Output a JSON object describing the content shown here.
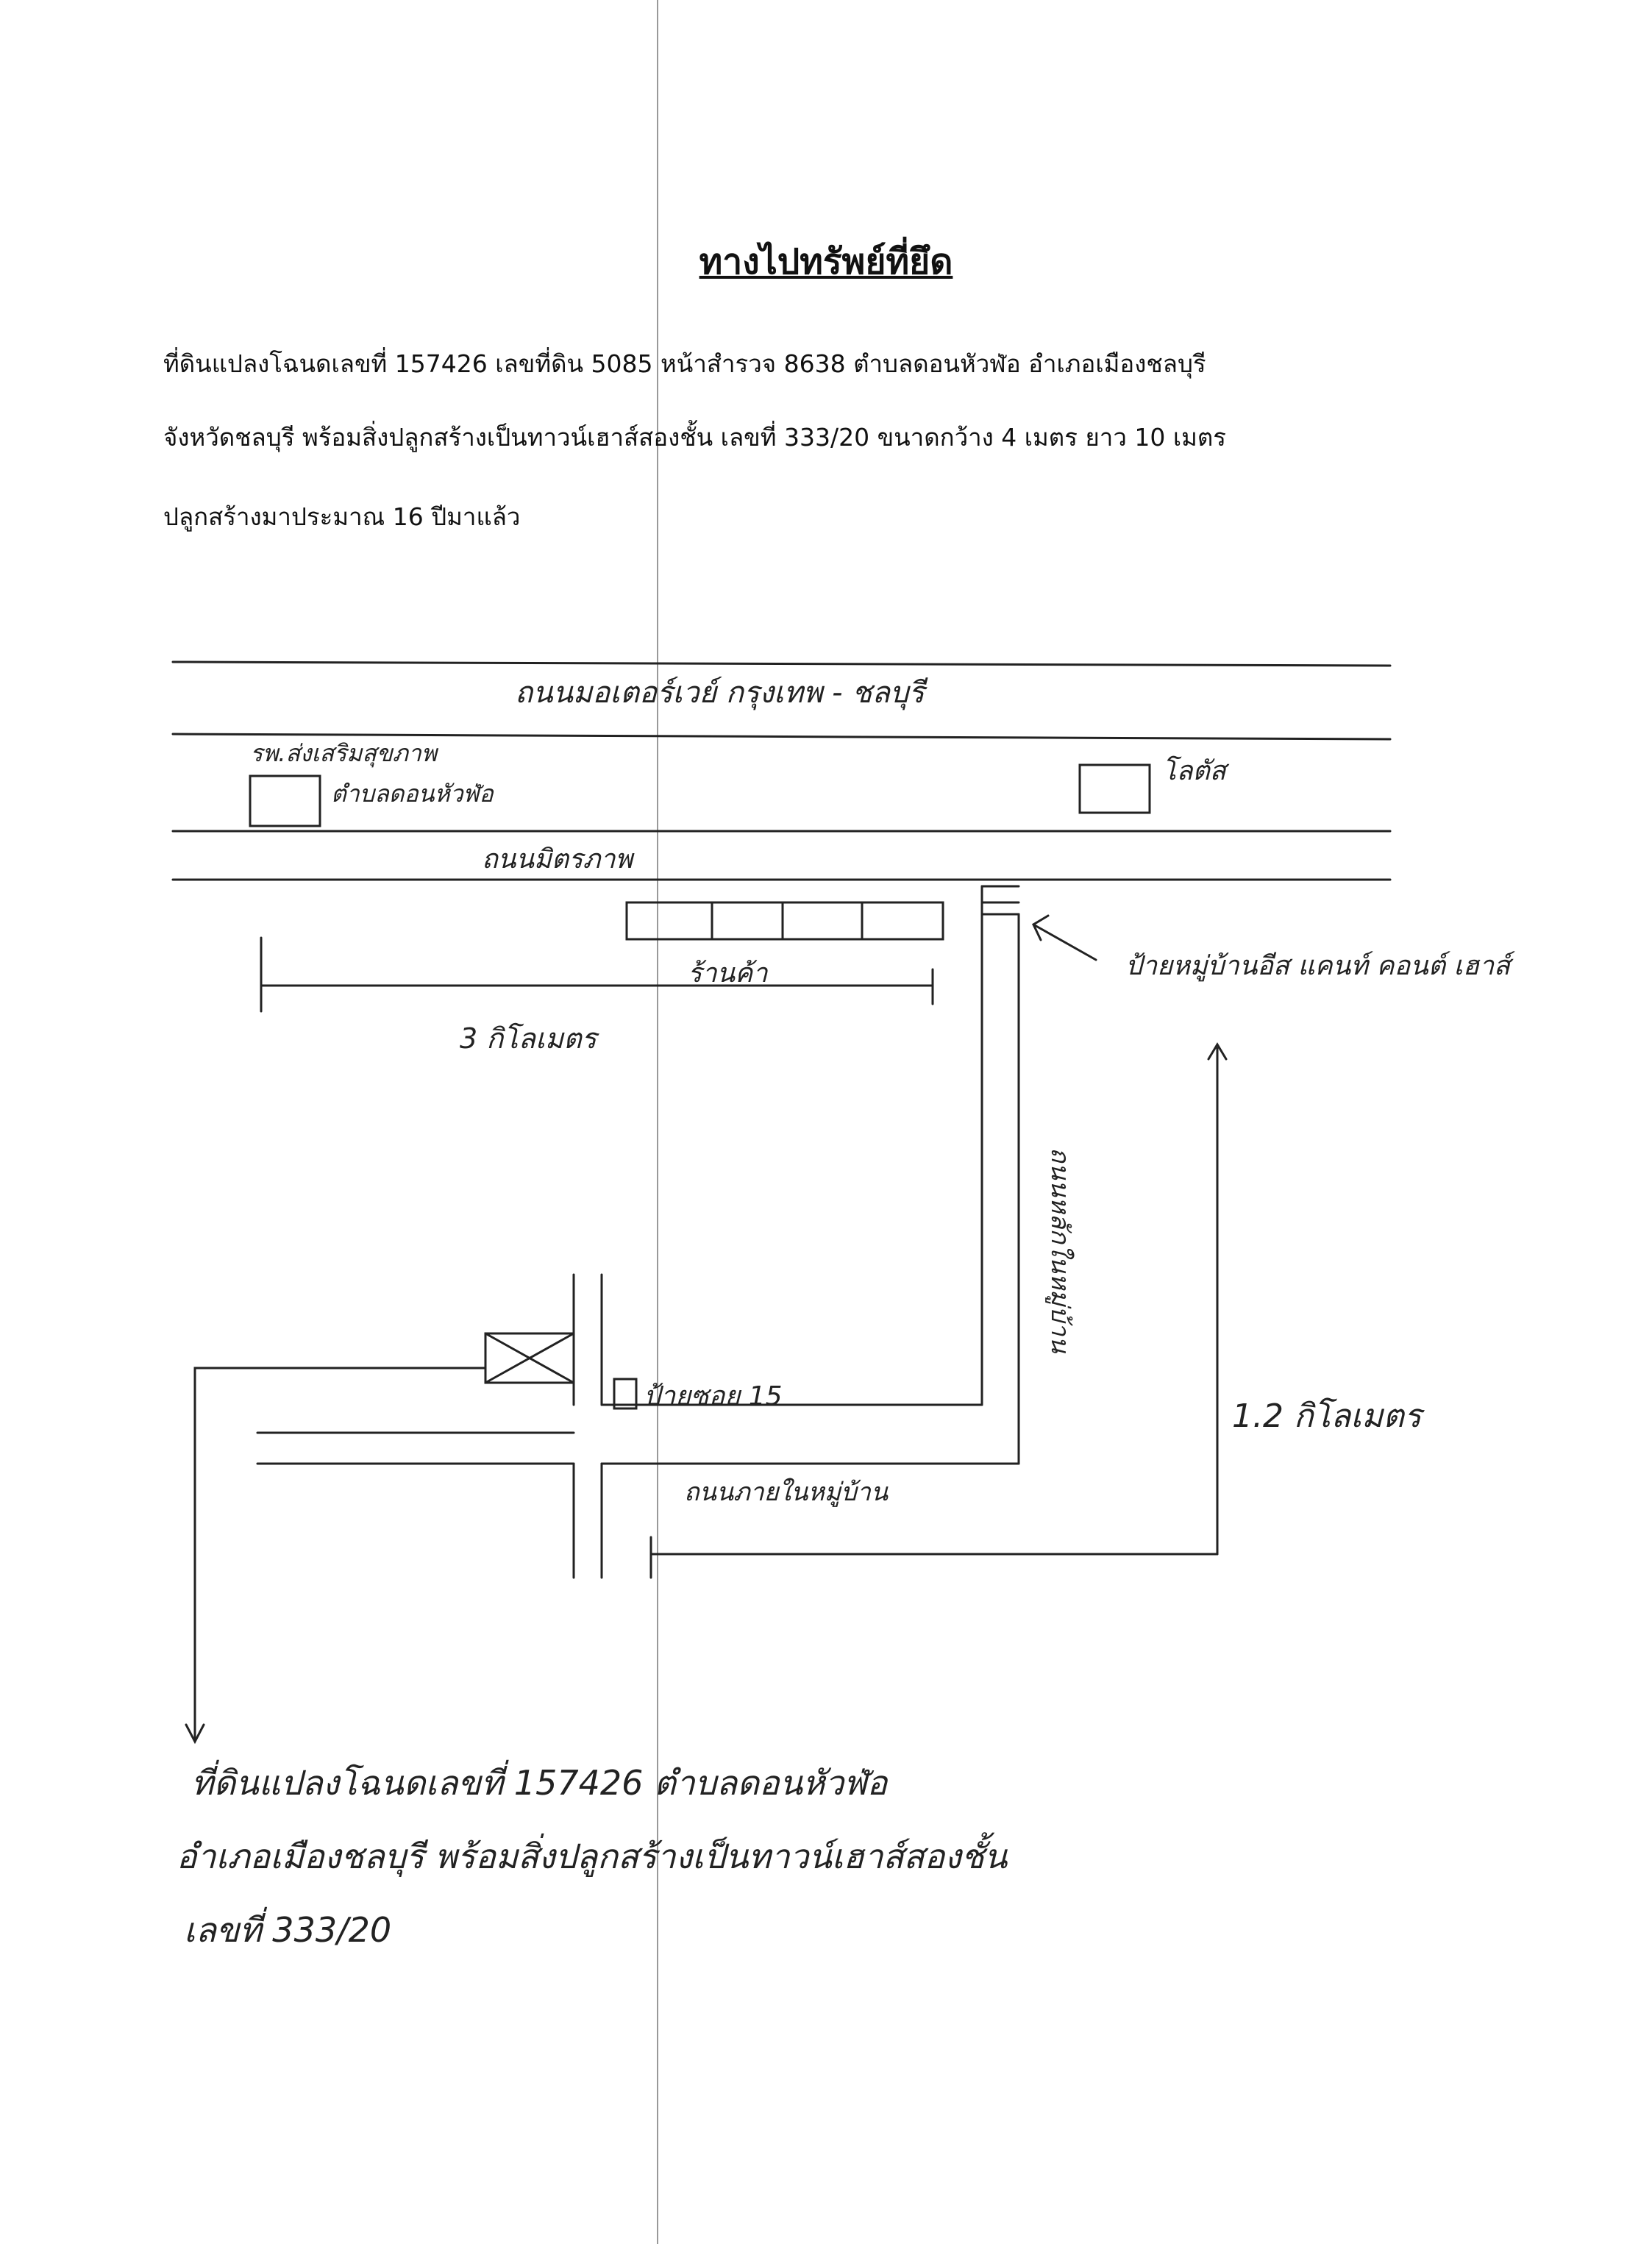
{
  "document": {
    "title": "ทางไปทรัพย์ที่ยึด",
    "paragraph_lines": [
      "ที่ดินแปลงโฉนดเลขที่ 157426 เลขที่ดิน 5085 หน้าสำรวจ 8638 ตำบลดอนหัวฬ่อ อำเภอเมืองชลบุรี",
      "จังหวัดชลบุรี พร้อมสิ่งปลูกสร้างเป็นทาวน์เฮาส์สองชั้น เลขที่ 333/20 ขนาดกว้าง 4 เมตร ยาว 10 เมตร",
      "ปลูกสร้างมาประมาณ 16 ปีมาแล้ว"
    ]
  },
  "map": {
    "labels": {
      "motorway": "ถนนมอเตอร์เวย์ กรุงเทพ - ชลบุรี",
      "hospital": "รพ.ส่งเสริมสุขภาพ",
      "hospital_sub": "ตำบลดอนหัวฬ่อ",
      "lotus": "โลตัส",
      "mittraphap": "ถนนมิตรภาพ",
      "shops": "ร้านค้า",
      "distance_3km": "3 กิโลเมตร",
      "village_sign": "ป้ายหมู่บ้านอีส แคนท์ คอนต์ เฮาส์",
      "village_main_road": "ถนนหลักในหมู่บ้าน",
      "soi_sign": "ป้ายซอย 15",
      "village_inner_road": "ถนนภายในหมู่บ้าน",
      "distance_1_2km": "1.2 กิโลเมตร"
    },
    "handwritten_note_lines": [
      "ที่ดินแปลงโฉนดเลขที่ 157426 ตำบลดอนหัวฬ่อ",
      "อำเภอเมืองชลบุรี พร้อมสิ่งปลูกสร้างเป็นทาวน์เฮาส์สองชั้น",
      "เลขที่ 333/20"
    ]
  }
}
